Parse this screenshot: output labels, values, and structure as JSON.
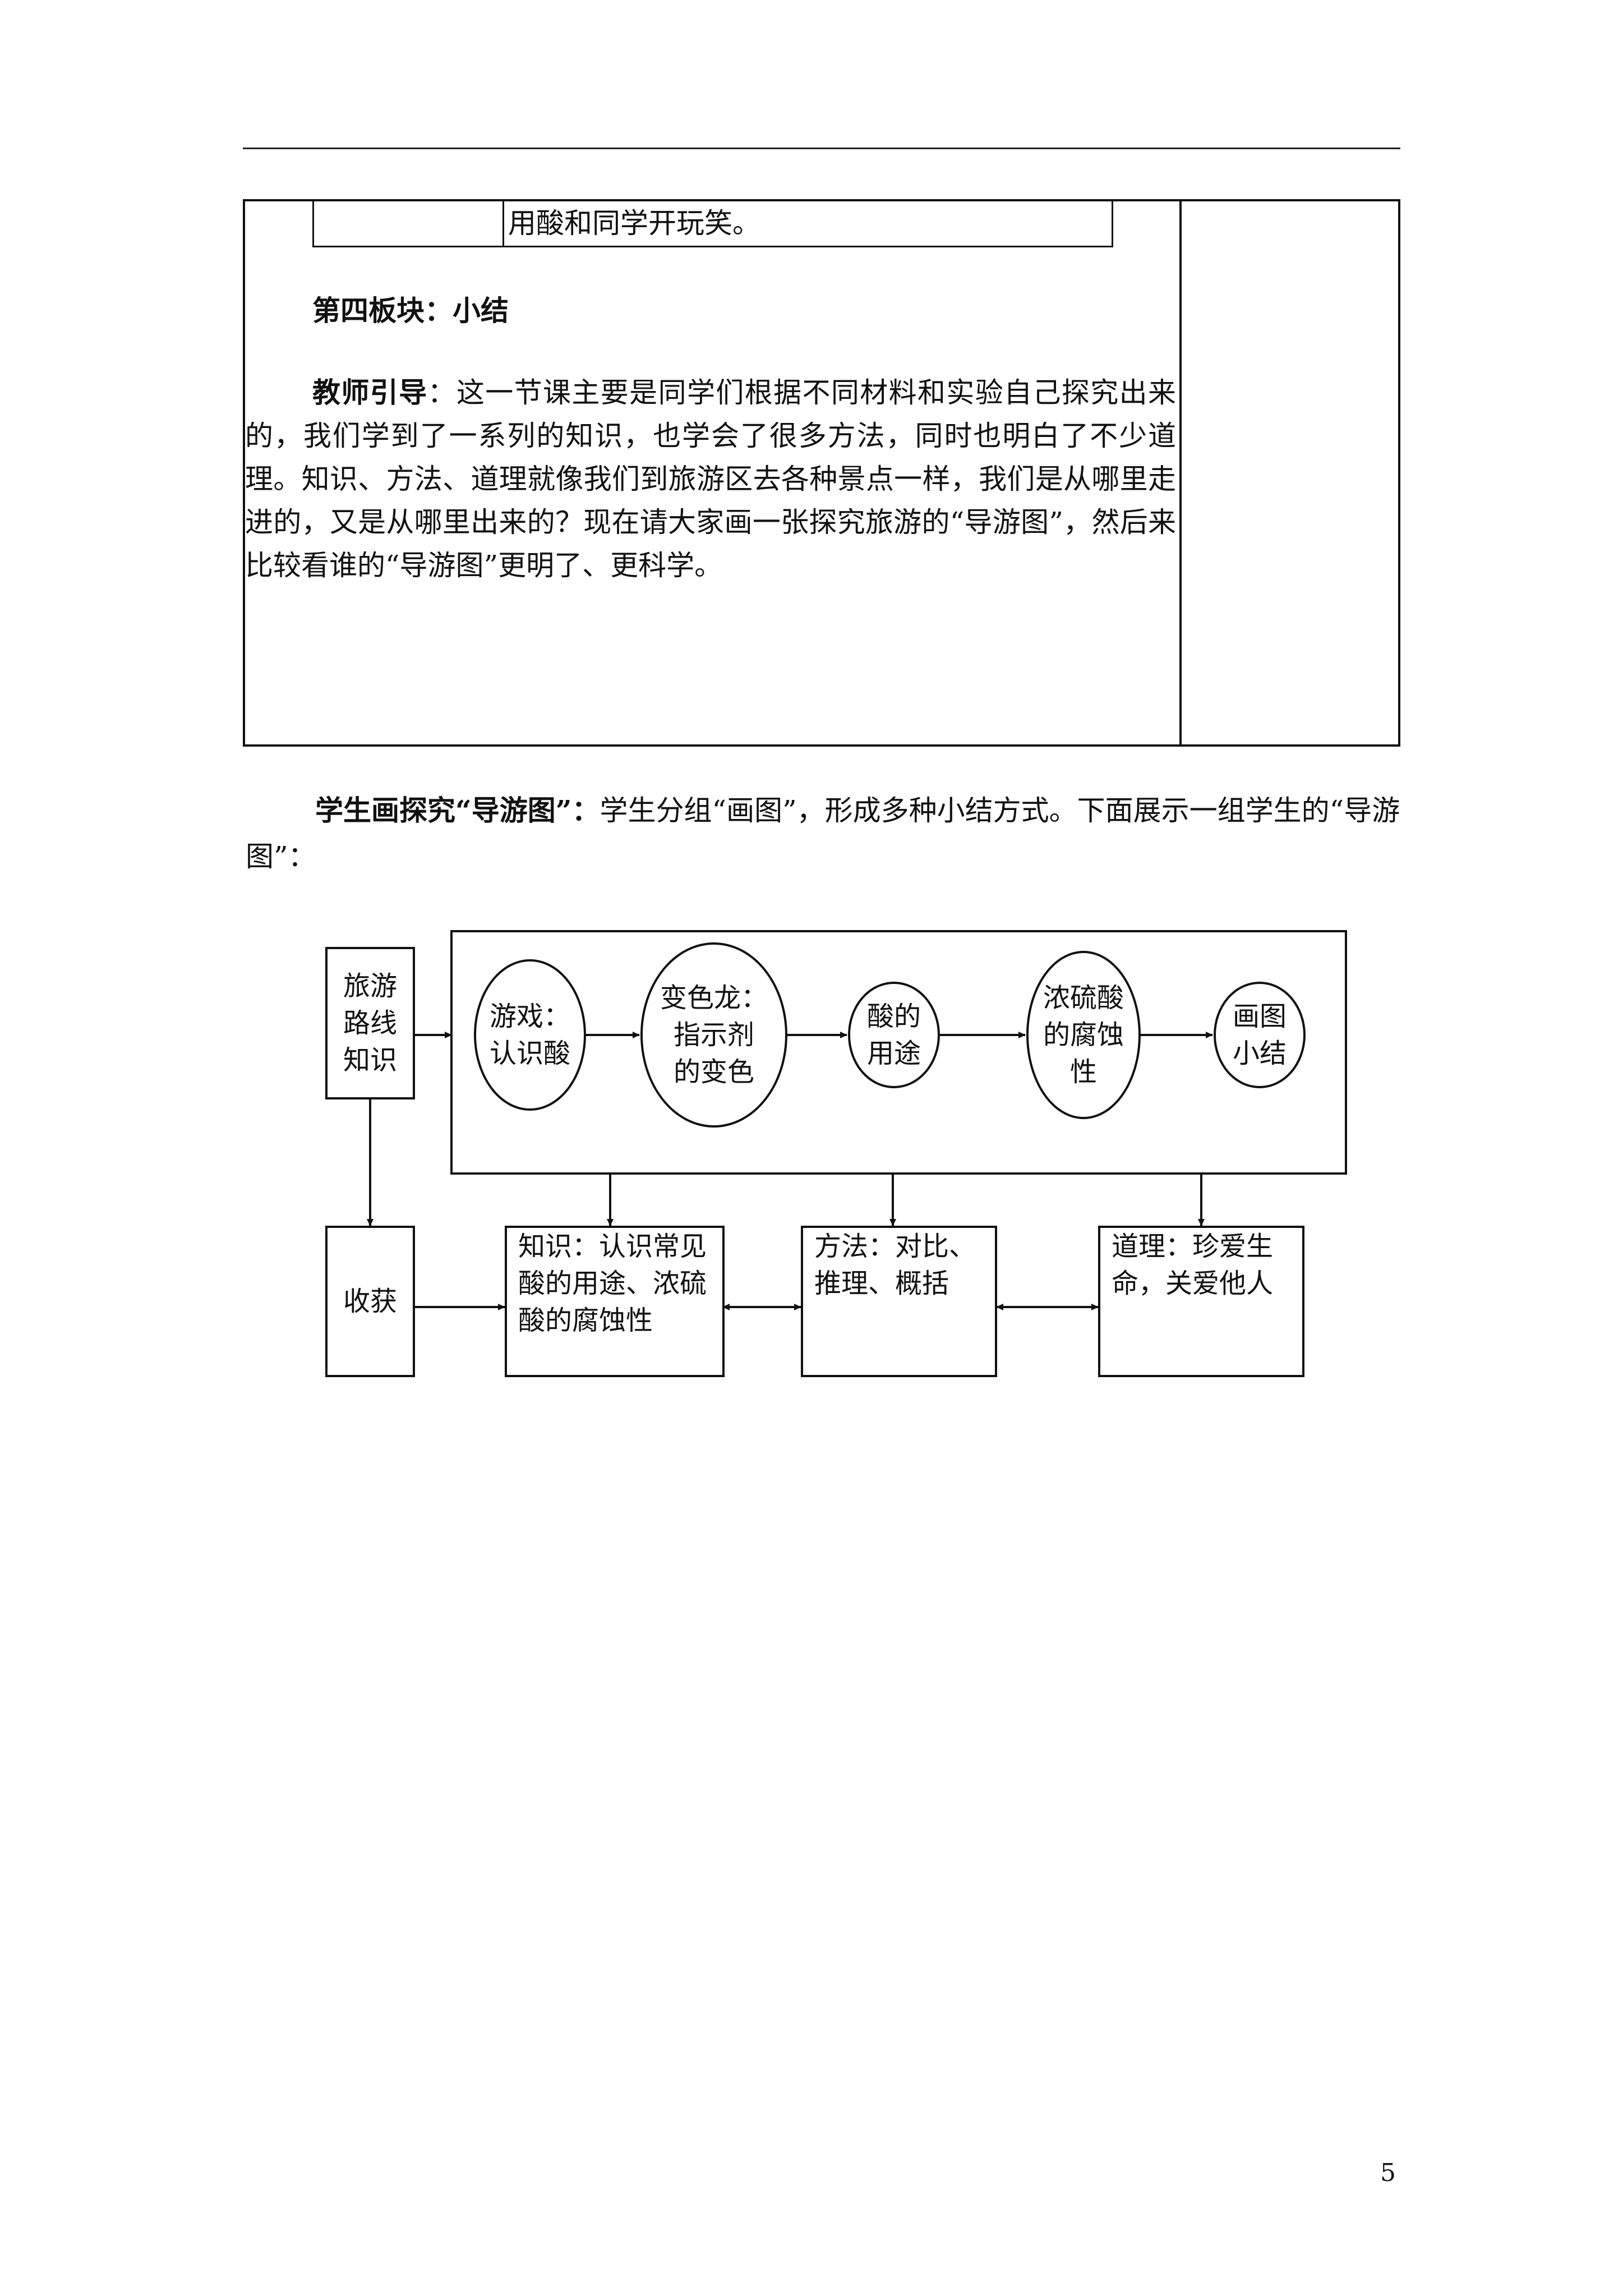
{
  "page_number": "5",
  "table": {
    "carryover_text": "用酸和同学开玩笑。",
    "section_title": "第四板块：小结",
    "lead_label": "教师引导",
    "lead_text": "：这一节课主要是同学们根据不同材料和实验自己探究出来的，我们学到了一系列的知识，也学会了很多方法，同时也明白了不少道理。知识、方法、道理就像我们到旅游区去各种景点一样，我们是从哪里走进的，又是从哪里出来的？现在请大家画一张探究旅游的“导游图”，然后来比较看谁的“导游图”更明了、更科学。"
  },
  "caption": {
    "label": "学生画探究“导游图”：",
    "text": "学生分组“画图”，形成多种小结方式。下面展示一组学生的“导游图”："
  },
  "diagram": {
    "route_box": [
      "旅游",
      "路线",
      "知识"
    ],
    "harvest_box": "收获",
    "stops": [
      [
        "游戏：",
        "认识酸"
      ],
      [
        "变色龙：",
        "指示剂",
        "的变色"
      ],
      [
        "酸的",
        "用途"
      ],
      [
        "浓硫酸",
        "的腐蚀",
        "性"
      ],
      [
        "画图",
        "小结"
      ]
    ],
    "knowledge_box": [
      "知识：认识常见",
      "酸的用途、浓硫",
      "酸的腐蚀性"
    ],
    "method_box": [
      "方法：对比、",
      "推理、概括"
    ],
    "principle_box": [
      "道理：珍爱生",
      "命，关爱他人"
    ]
  }
}
